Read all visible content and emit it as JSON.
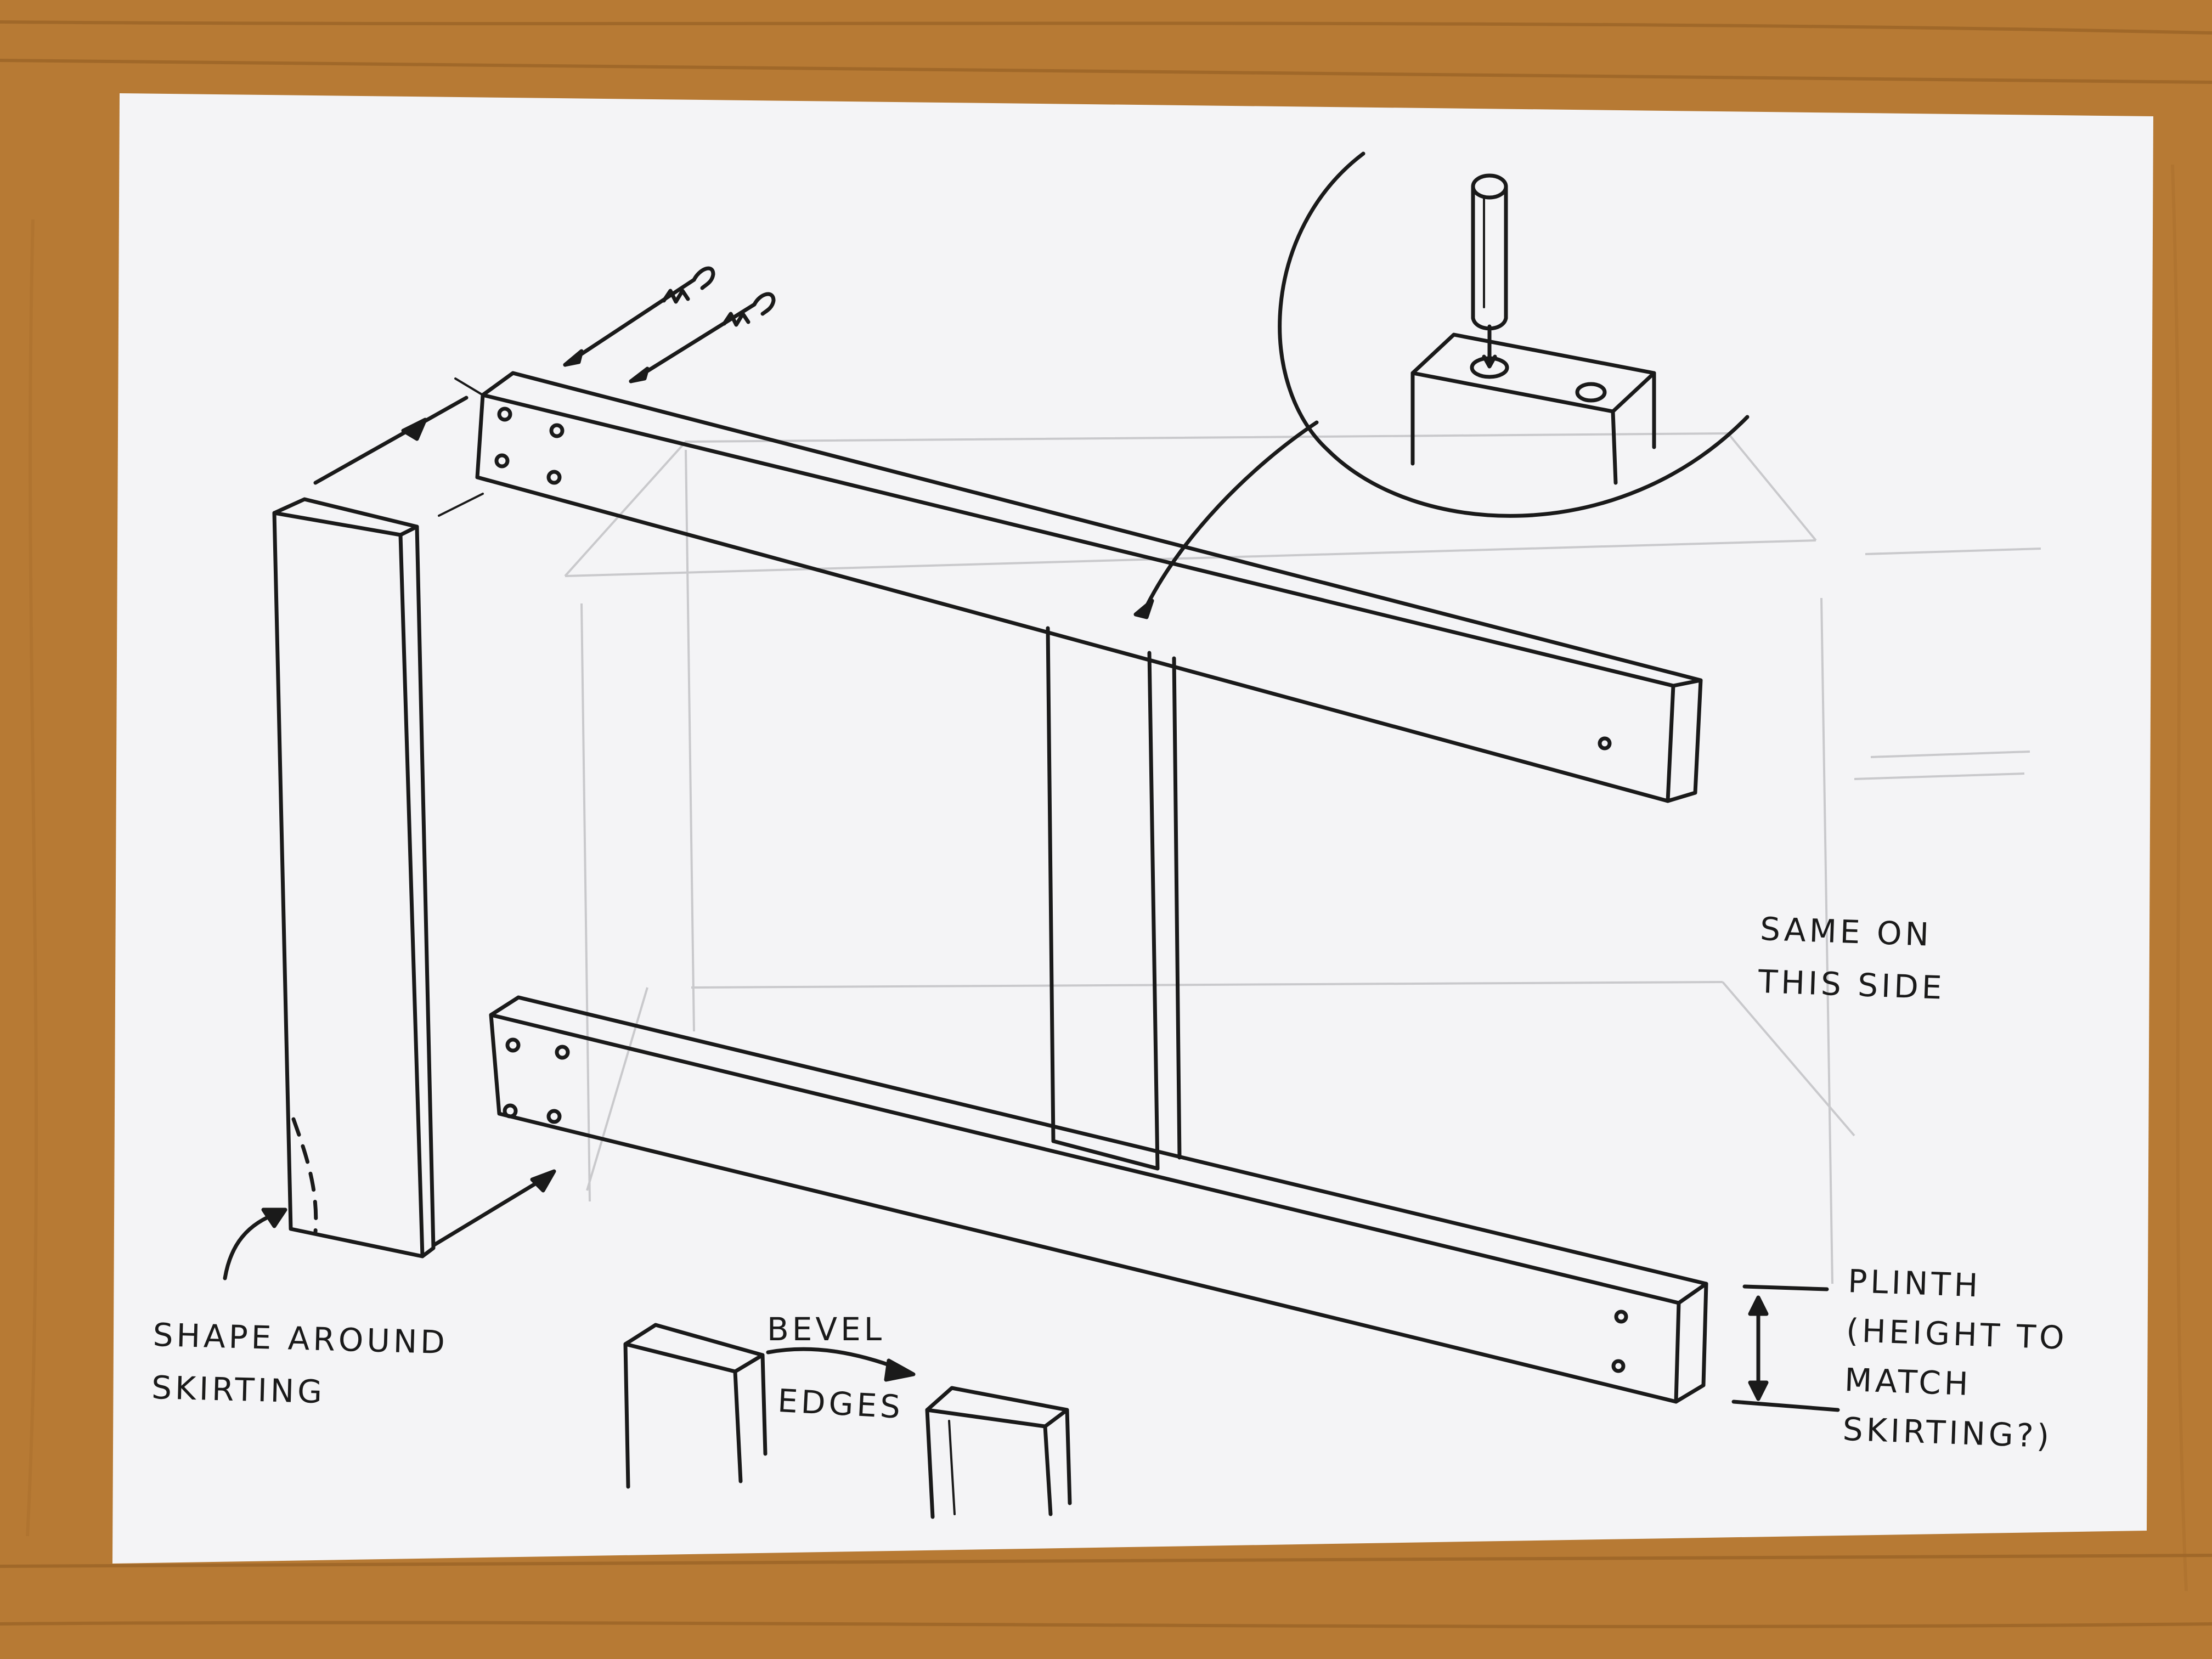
{
  "notes": {
    "shape_around_skirting": "SHAPE AROUND\nSKIRTING",
    "bevel_line1": "BEVEL",
    "bevel_line2": "EDGES",
    "same_on_this_side": "SAME ON\nTHIS SIDE",
    "plinth": "PLINTH\n(HEIGHT TO\nMATCH\nSKIRTING?)"
  },
  "colors": {
    "table": "#b77a34",
    "table_grain": "#8e5a21",
    "paper": "#f4f4f6",
    "ink": "#1a1a1a",
    "pencil": "#c9c9cc"
  },
  "icons": [
    "screw-icon",
    "dowel-icon",
    "arrow-icon"
  ]
}
